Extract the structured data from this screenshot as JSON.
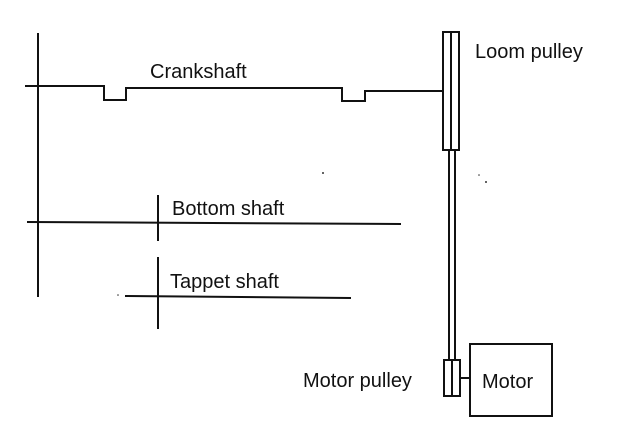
{
  "labels": {
    "crankshaft": "Crankshaft",
    "loom_pulley": "Loom pulley",
    "bottom_shaft": "Bottom shaft",
    "tappet_shaft": "Tappet shaft",
    "motor_pulley": "Motor pulley",
    "motor": "Motor"
  },
  "colors": {
    "line": "#111111",
    "background": "#ffffff"
  }
}
